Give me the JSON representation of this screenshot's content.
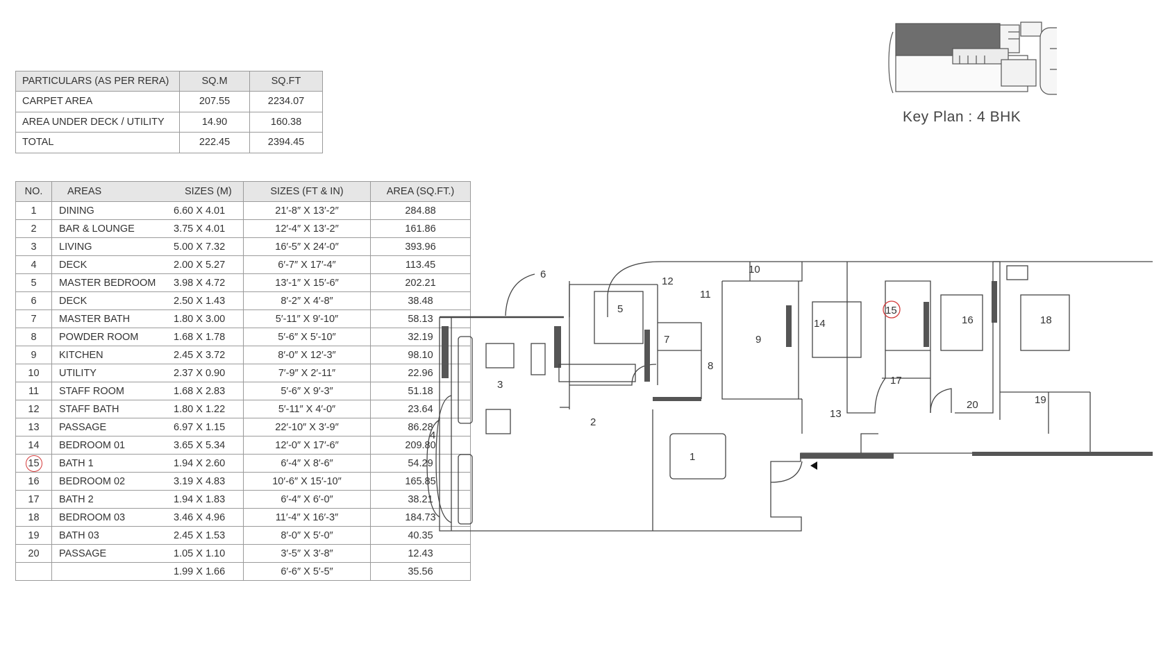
{
  "rera_table": {
    "headers": [
      "PARTICULARS (AS PER RERA)",
      "SQ.M",
      "SQ.FT"
    ],
    "rows": [
      [
        "CARPET AREA",
        "207.55",
        "2234.07"
      ],
      [
        "AREA UNDER DECK / UTILITY",
        "14.90",
        "160.38"
      ],
      [
        "TOTAL",
        "222.45",
        "2394.45"
      ]
    ]
  },
  "areas_table": {
    "headers": [
      "NO.",
      "AREAS",
      "SIZES (M)",
      "SIZES (FT & IN)",
      "AREA (SQ.FT.)"
    ],
    "rows": [
      [
        "1",
        "DINING",
        "6.60 X 4.01",
        "21′-8″ X 13′-2″",
        "284.88"
      ],
      [
        "2",
        "BAR & LOUNGE",
        "3.75 X 4.01",
        "12′-4″ X 13′-2″",
        "161.86"
      ],
      [
        "3",
        "LIVING",
        "5.00 X 7.32",
        "16′-5″ X 24′-0″",
        "393.96"
      ],
      [
        "4",
        "DECK",
        "2.00 X 5.27",
        "6′-7″ X 17′-4″",
        "113.45"
      ],
      [
        "5",
        "MASTER BEDROOM",
        "3.98 X 4.72",
        "13′-1″ X 15′-6″",
        "202.21"
      ],
      [
        "6",
        "DECK",
        "2.50 X 1.43",
        "8′-2″ X 4′-8″",
        "38.48"
      ],
      [
        "7",
        "MASTER BATH",
        "1.80 X 3.00",
        "5′-11″ X 9′-10″",
        "58.13"
      ],
      [
        "8",
        "POWDER ROOM",
        "1.68 X 1.78",
        "5′-6″ X 5′-10″",
        "32.19"
      ],
      [
        "9",
        "KITCHEN",
        "2.45 X 3.72",
        "8′-0″ X 12′-3″",
        "98.10"
      ],
      [
        "10",
        "UTILITY",
        "2.37 X 0.90",
        "7′-9″ X 2′-11″",
        "22.96"
      ],
      [
        "11",
        "STAFF ROOM",
        "1.68 X 2.83",
        "5′-6″ X 9′-3″",
        "51.18"
      ],
      [
        "12",
        "STAFF BATH",
        "1.80 X 1.22",
        "5′-11″ X 4′-0″",
        "23.64"
      ],
      [
        "13",
        "PASSAGE",
        "6.97 X 1.15",
        "22′-10″ X 3′-9″",
        "86.28"
      ],
      [
        "14",
        "BEDROOM 01",
        "3.65 X 5.34",
        "12′-0″ X 17′-6″",
        "209.80"
      ],
      [
        "15",
        "BATH 1",
        "1.94 X 2.60",
        "6′-4″ X 8′-6″",
        "54.29"
      ],
      [
        "16",
        "BEDROOM 02",
        "3.19 X 4.83",
        "10′-6″ X 15′-10″",
        "165.85"
      ],
      [
        "17",
        "BATH 2",
        "1.94 X 1.83",
        "6′-4″ X 6′-0″",
        "38.21"
      ],
      [
        "18",
        "BEDROOM 03",
        "3.46 X 4.96",
        "11′-4″ X 16′-3″",
        "184.73"
      ],
      [
        "19",
        "BATH 03",
        "2.45 X 1.53",
        "8′-0″ X 5′-0″",
        "40.35"
      ],
      [
        "20",
        "PASSAGE",
        "1.05 X 1.10",
        "3′-5″ X 3′-8″",
        "12.43"
      ],
      [
        "",
        "",
        "1.99 X 1.66",
        "6′-6″ X 5′-5″",
        "35.56"
      ]
    ],
    "highlighted_row": "15"
  },
  "key_plan": {
    "caption": "Key Plan : 4 BHK"
  },
  "floor_plan": {
    "room_labels": [
      "1",
      "2",
      "3",
      "4",
      "5",
      "6",
      "7",
      "8",
      "9",
      "10",
      "11",
      "12",
      "13",
      "14",
      "15",
      "16",
      "17",
      "18",
      "19",
      "20"
    ]
  },
  "colors": {
    "highlight": "#d43a3a",
    "header_bg": "#e6e6e6",
    "wall": "#444444",
    "wall_fill": "#555555"
  }
}
